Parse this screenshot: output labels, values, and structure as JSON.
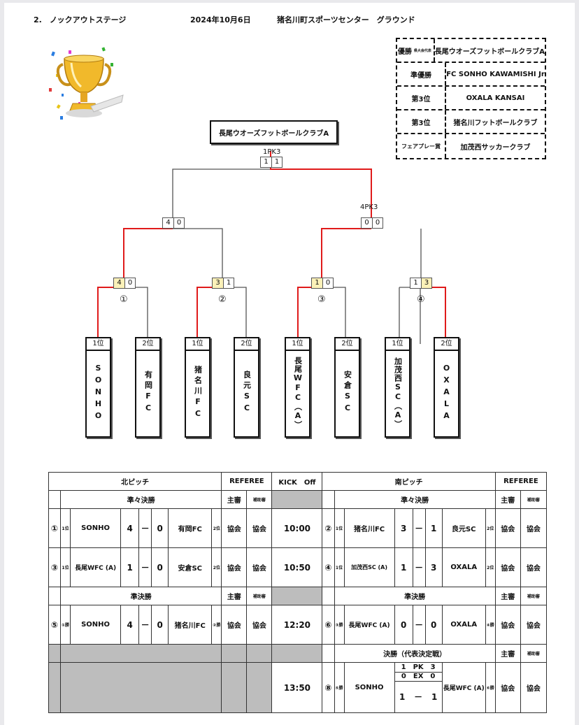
{
  "header": {
    "section": "2.　ノックアウトステージ",
    "date": "2024年10月6日",
    "venue": "猪名川町スポーツセンター　グラウンド"
  },
  "awards": [
    {
      "label": "優勝",
      "sub": "県大会代表",
      "value": "長尾ウオーズフットボールクラブA"
    },
    {
      "label": "準優勝",
      "sub": "",
      "value": "FC SONHO KAWAMISHI Jr"
    },
    {
      "label": "第3位",
      "sub": "",
      "value": "OXALA KANSAI"
    },
    {
      "label": "第3位",
      "sub": "",
      "value": "猪名川フットボールクラブ"
    },
    {
      "label": "フェアプレー賞",
      "sub": "",
      "value": "加茂西サッカークラブ"
    }
  ],
  "bracket": {
    "champion": "長尾ウオーズフットボールクラブA",
    "final": {
      "pk": "1PK3",
      "a": "1",
      "b": "1"
    },
    "semi1": {
      "a": "4",
      "b": "0"
    },
    "semi2": {
      "pk": "4PK3",
      "a": "0",
      "b": "0"
    },
    "qf": [
      {
        "no": "①",
        "a": "4",
        "b": "0"
      },
      {
        "no": "②",
        "a": "3",
        "b": "1"
      },
      {
        "no": "③",
        "a": "1",
        "b": "0"
      },
      {
        "no": "④",
        "a": "1",
        "b": "3"
      }
    ],
    "teams": [
      {
        "rank": "1位",
        "name": "SONHO"
      },
      {
        "rank": "2位",
        "name": "有岡FC"
      },
      {
        "rank": "1位",
        "name": "猪名川FC"
      },
      {
        "rank": "2位",
        "name": "良元SC"
      },
      {
        "rank": "1位",
        "name": "長尾WFC（A）"
      },
      {
        "rank": "2位",
        "name": "安倉SC"
      },
      {
        "rank": "1位",
        "name": "加茂西SC（A）"
      },
      {
        "rank": "2位",
        "name": "OXALA"
      }
    ]
  },
  "schedule": {
    "north": "北ピッチ",
    "south": "南ピッチ",
    "referee": "REFEREE",
    "kickoff": "KICK　Off",
    "main_ref": "主審",
    "assist_ref": "補助審",
    "qf_title": "準々決勝",
    "sf_title": "準決勝",
    "final_title": "決勝（代表決定戦）",
    "assoc": "協会",
    "dash": "－",
    "qf_rows": [
      {
        "time": "10:00",
        "n": {
          "no": "①",
          "r1": "1位",
          "t1": "SONHO",
          "s1": "4",
          "s2": "0",
          "t2": "有岡FC",
          "r2": "2位"
        },
        "s": {
          "no": "②",
          "r1": "1位",
          "t1": "猪名川FC",
          "s1": "3",
          "s2": "1",
          "t2": "良元SC",
          "r2": "2位"
        }
      },
      {
        "time": "10:50",
        "n": {
          "no": "③",
          "r1": "1位",
          "t1": "長尾WFC (A)",
          "s1": "1",
          "s2": "0",
          "t2": "安倉SC",
          "r2": "2位"
        },
        "s": {
          "no": "④",
          "r1": "1位",
          "t1": "加茂西SC (A)",
          "s1": "1",
          "s2": "3",
          "t2": "OXALA",
          "r2": "2位"
        }
      }
    ],
    "sf": {
      "time": "12:20",
      "n": {
        "no": "⑤",
        "r1": "①勝",
        "t1": "SONHO",
        "s1": "4",
        "s2": "0",
        "t2": "猪名川FC",
        "r2": "②勝"
      },
      "s": {
        "no": "⑥",
        "r1": "③勝",
        "t1": "長尾WFC (A)",
        "s1": "0",
        "s2": "0",
        "t2": "OXALA",
        "r2": "④勝"
      }
    },
    "final": {
      "time": "13:50",
      "no": "⑧",
      "r1": "⑤勝",
      "t1": "SONHO",
      "pk": "1　PK　3",
      "ex": "0　EX　0",
      "s1": "1",
      "s2": "1",
      "t2": "長尾WFC (A)",
      "r2": "⑥勝"
    }
  },
  "colors": {
    "win_line": "#e01b1b",
    "line": "#555555",
    "highlight": "#fbf1b8",
    "gray": "#bdbdbd"
  }
}
